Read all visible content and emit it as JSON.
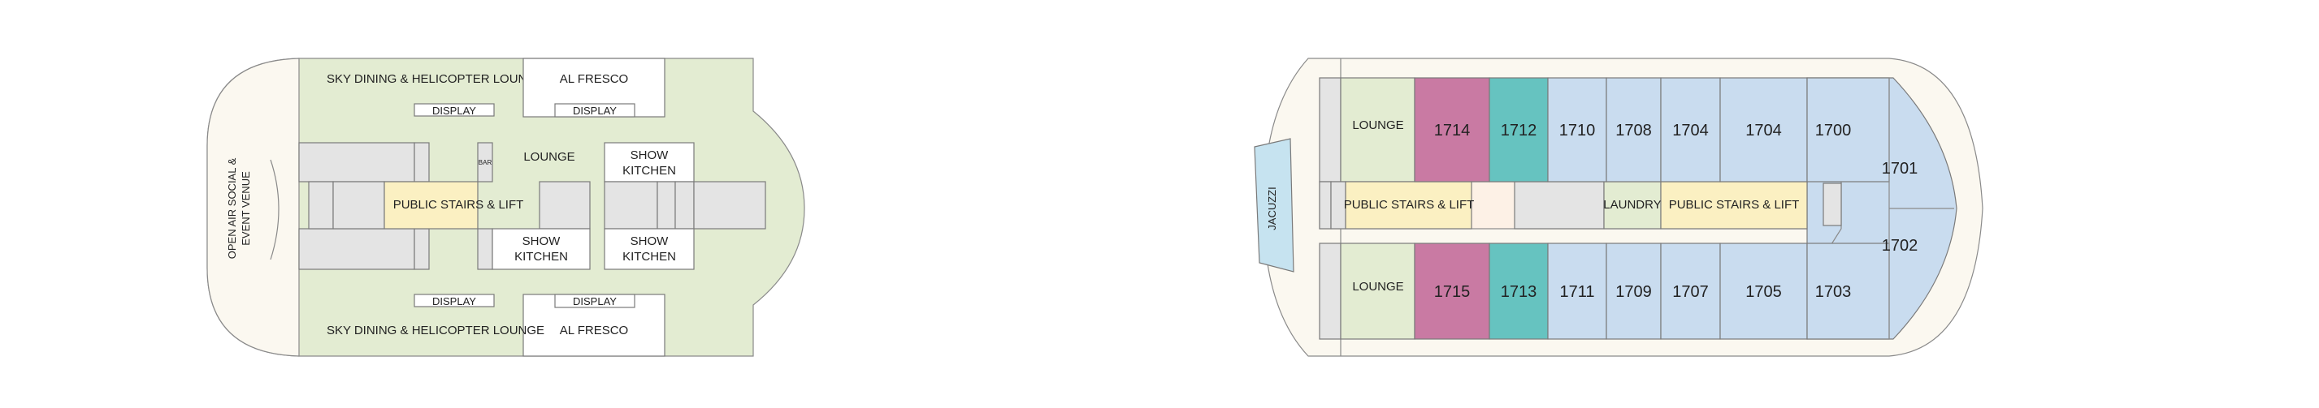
{
  "colors": {
    "deck_green": "#e3ecd2",
    "outer_cream": "#fbf8f0",
    "corridor": "#fdf1e6",
    "room_white": "#ffffff",
    "service_grey": "#e4e4e4",
    "stairs_yellow": "#fbf0c2",
    "lounge_green": "#e3ecd2",
    "cabin_pink": "#c97aa3",
    "cabin_teal": "#66c3c0",
    "cabin_blue": "#c9dcef",
    "jacuzzi_blue": "#c6e3f0",
    "outline": "#7a7a7a"
  },
  "left_deck": {
    "open_air": [
      "OPEN AIR SOCIAL &",
      "EVENT VENUE"
    ],
    "sky_dining_top": "SKY DINING & HELICOPTER LOUNGE",
    "sky_dining_bottom": "SKY DINING & HELICOPTER LOUNGE",
    "display": "DISPLAY",
    "al_fresco": "AL FRESCO",
    "lounge": "LOUNGE",
    "bar": "BAR",
    "show_kitchen": [
      "SHOW",
      "KITCHEN"
    ],
    "stairs": "PUBLIC STAIRS & LIFT"
  },
  "right_deck": {
    "jacuzzi": "JACUZZI",
    "lounge": "LOUNGE",
    "stairs": "PUBLIC STAIRS & LIFT",
    "laundry": "LAUNDRY",
    "top_cabins": [
      "1714",
      "1712",
      "1710",
      "1708",
      "1704",
      "1704",
      "1700"
    ],
    "bottom_cabins": [
      "1715",
      "1713",
      "1711",
      "1709",
      "1707",
      "1705",
      "1703"
    ],
    "bow_cabins": [
      "1701",
      "1702"
    ]
  }
}
